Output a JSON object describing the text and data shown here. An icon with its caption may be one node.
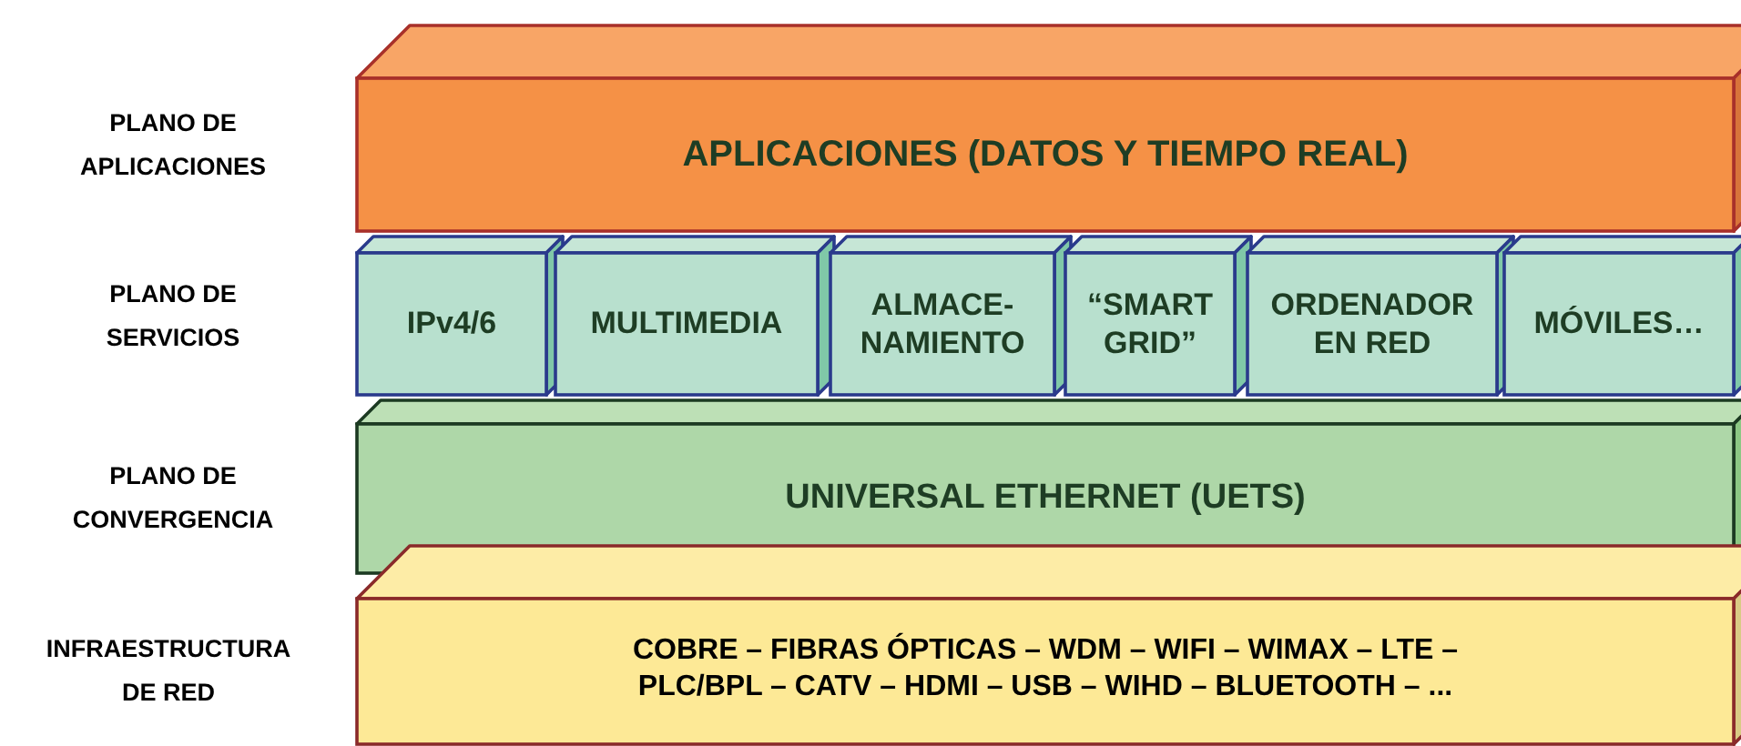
{
  "diagram": {
    "nodes": [
      {
        "text": [
          "APLICACIONES (DATOS Y TIEMPO REAL)"
        ]
      },
      {
        "text": [
          "IPv4/6"
        ]
      },
      {
        "text": [
          "MULTIMEDIA"
        ]
      },
      {
        "text": [
          "ALMACE- NAMIENTO"
        ]
      },
      {
        "text": [
          "“SMART GRID”"
        ]
      },
      {
        "text": [
          "ORDENADOR EN RED"
        ]
      },
      {
        "text": [
          "MÓVILES…"
        ]
      },
      {
        "text": [
          "UNIVERSAL ETHERNET (UETS)"
        ]
      },
      {
        "text": [
          "COBRE – FIBRAS ÓPTICAS – WDM – WIFI – WIMAX – LTE – PLC/BPL – CATV – HDMI – USB – WIHD – BLUETOOTH – ..."
        ]
      }
    ],
    "labels": [
      "PLANO DE APLICACIONES",
      "PLANO DE SERVICIOS",
      "PLANO DE CONVERGENCIA",
      "INFRAESTRUCTURA DE RED"
    ]
  }
}
